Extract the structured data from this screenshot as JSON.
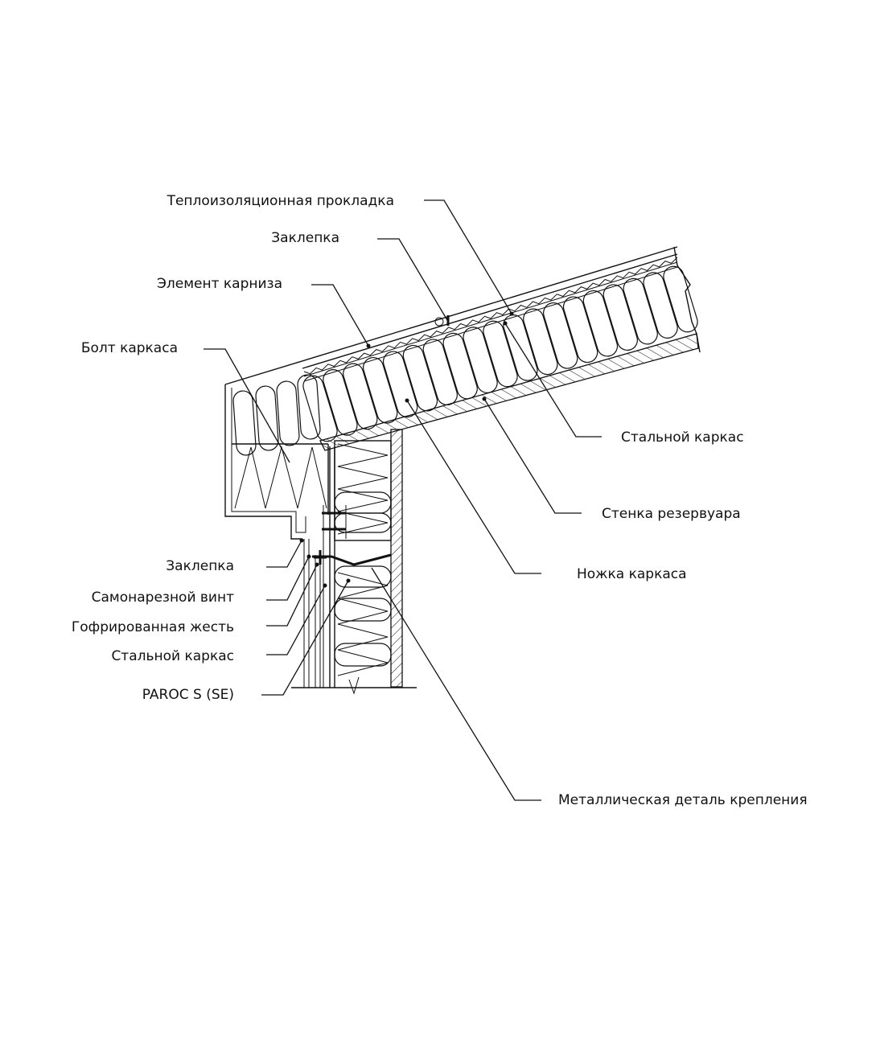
{
  "labels": {
    "thermal_gasket": "Теплоизоляционная прокладка",
    "rivet_top": "Заклепка",
    "eave_element": "Элемент карниза",
    "frame_bolt": "Болт каркаса",
    "steel_frame_right": "Стальной каркас",
    "tank_wall": "Стенка резервуара",
    "frame_leg": "Ножка каркаса",
    "rivet_bottom": "Заклепка",
    "self_tapping_screw": "Самонарезной винт",
    "corrugated_sheet": "Гофрированная жесть",
    "steel_frame_left": "Стальной каркас",
    "paroc": "PAROC S (SE)",
    "metal_fastener": "Металлическая деталь крепления"
  },
  "colors": {
    "line": "#111111",
    "background": "#ffffff",
    "text": "#111111"
  }
}
